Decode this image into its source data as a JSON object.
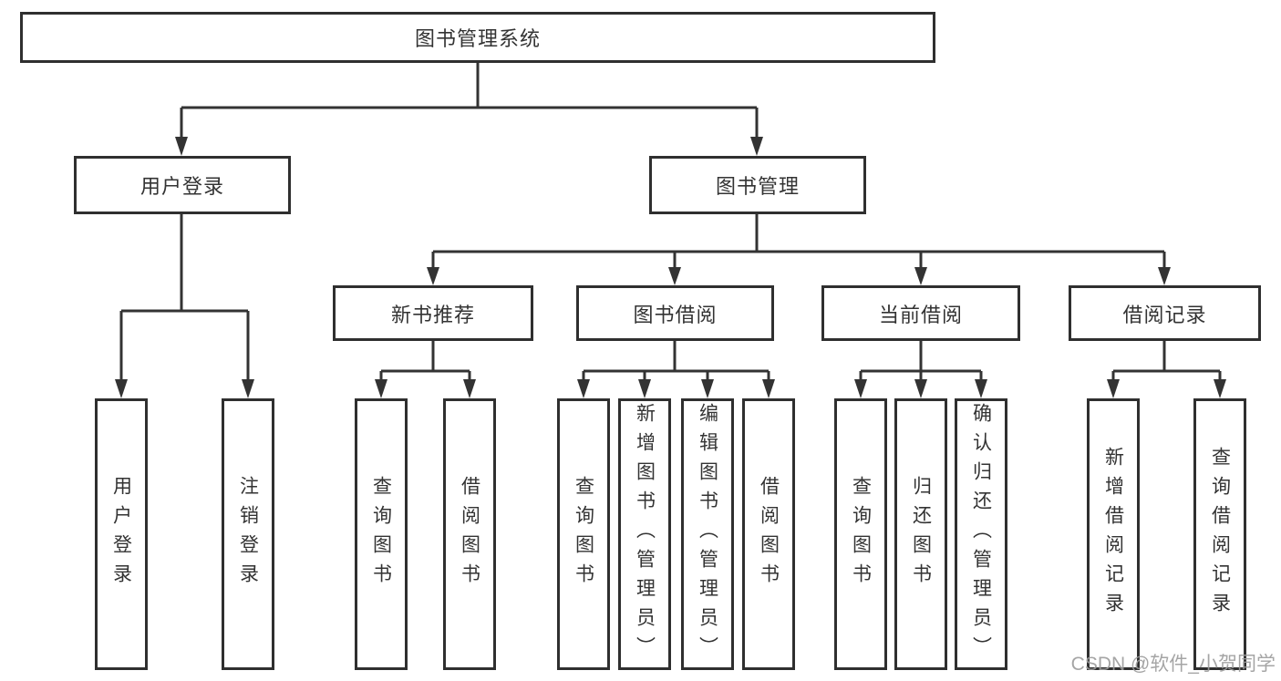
{
  "title": {
    "label": "图书管理系统"
  },
  "level2": {
    "user_login": {
      "label": "用户登录"
    },
    "book_mgmt": {
      "label": "图书管理"
    }
  },
  "level3": {
    "new_book_rec": {
      "label": "新书推荐"
    },
    "book_borrow": {
      "label": "图书借阅"
    },
    "current_borrow": {
      "label": "当前借阅"
    },
    "borrow_records": {
      "label": "借阅记录"
    }
  },
  "level4": {
    "user_login_leaf": {
      "label": "用户登录"
    },
    "logout": {
      "label": "注销登录"
    },
    "rec_query_books": {
      "label": "查询图书"
    },
    "rec_borrow_books": {
      "label": "借阅图书"
    },
    "bb_query_books": {
      "label": "查询图书"
    },
    "bb_add_books": {
      "label": "新增图书（管理员）"
    },
    "bb_edit_books": {
      "label": "编辑图书（管理员）"
    },
    "bb_borrow_books": {
      "label": "借阅图书"
    },
    "cb_query_books": {
      "label": "查询图书"
    },
    "cb_return_books": {
      "label": "归还图书"
    },
    "cb_confirm_return": {
      "label": "确认归还（管理员）"
    },
    "br_add_record": {
      "label": "新增借阅记录"
    },
    "br_query_record": {
      "label": "查询借阅记录"
    }
  },
  "watermark": {
    "text": "CSDN @软件_小贺同学"
  },
  "colors": {
    "line": "#333333",
    "border": "#2f2f2f",
    "text": "#333333",
    "background": "#ffffff",
    "watermark": "#9c9c9c"
  }
}
